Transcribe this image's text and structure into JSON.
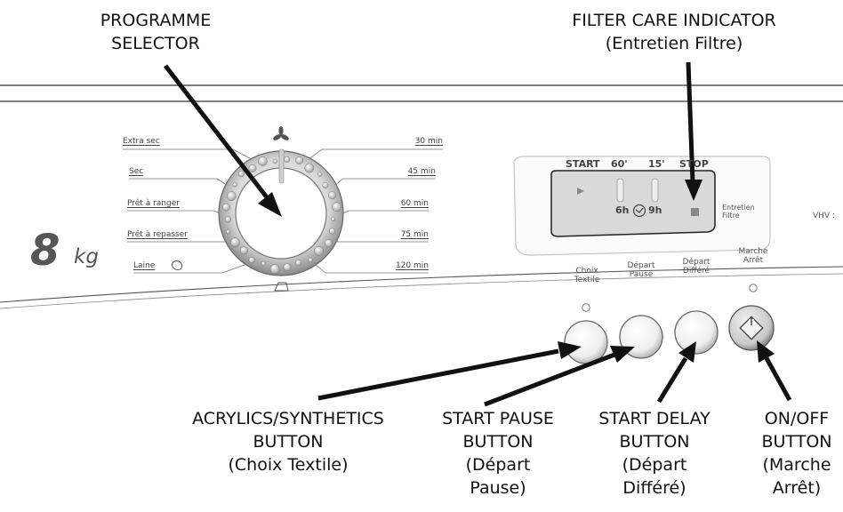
{
  "callouts": {
    "programme_selector": [
      "PROGRAMME",
      "SELECTOR"
    ],
    "filter_care": [
      "FILTER CARE INDICATOR",
      "(Entretien Filtre)"
    ],
    "acrylics": [
      "ACRYLICS/SYNTHETICS",
      "BUTTON",
      "(Choix Textile)"
    ],
    "start_pause": [
      "START PAUSE",
      "BUTTON",
      "(Départ",
      "Pause)"
    ],
    "start_delay": [
      "START DELAY",
      "BUTTON",
      "(Départ",
      "Différé)"
    ],
    "on_off": [
      "ON/OFF",
      "BUTTON",
      "(Marche",
      "Arrêt)"
    ]
  },
  "dial": {
    "left_labels": [
      "Extra sec",
      "Sec",
      "Prêt à ranger",
      "Prêt à repasser",
      "Laine"
    ],
    "right_labels": [
      "30 min",
      "45 min",
      "60 min",
      "75 min",
      "120 min"
    ]
  },
  "capacity": {
    "number": "8",
    "unit": "kg"
  },
  "display": {
    "header": [
      "START",
      "60'",
      "15'",
      "STOP"
    ],
    "delay_left": "6h",
    "delay_right": "9h",
    "filter_label": [
      "Entretien",
      "Filtre"
    ]
  },
  "buttons": {
    "choix": [
      "Choix",
      "Textile"
    ],
    "depart_pause": [
      "Départ",
      "Pause"
    ],
    "depart_differe": [
      "Départ",
      "Différé"
    ],
    "marche": [
      "Marche",
      "Arrêt"
    ]
  },
  "model": "VHV :"
}
